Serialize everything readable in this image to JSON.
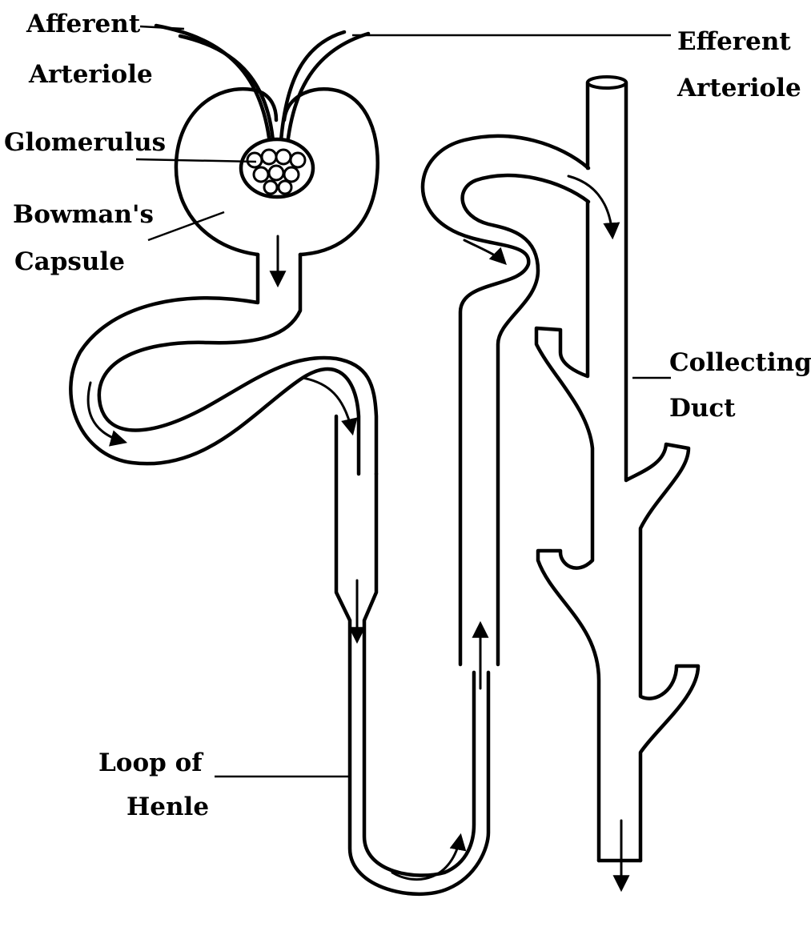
{
  "labels": {
    "afferent_line1": "Afferent",
    "afferent_line2": "Arteriole",
    "efferent_line1": "Efferent",
    "efferent_line2": "Arteriole",
    "glomerulus": "Glomerulus",
    "bowmans_line1": "Bowman's",
    "bowmans_line2": "Capsule",
    "collecting_line1": "Collecting",
    "collecting_line2": "Duct",
    "loop_line1": "Loop of",
    "loop_line2": "Henle"
  }
}
